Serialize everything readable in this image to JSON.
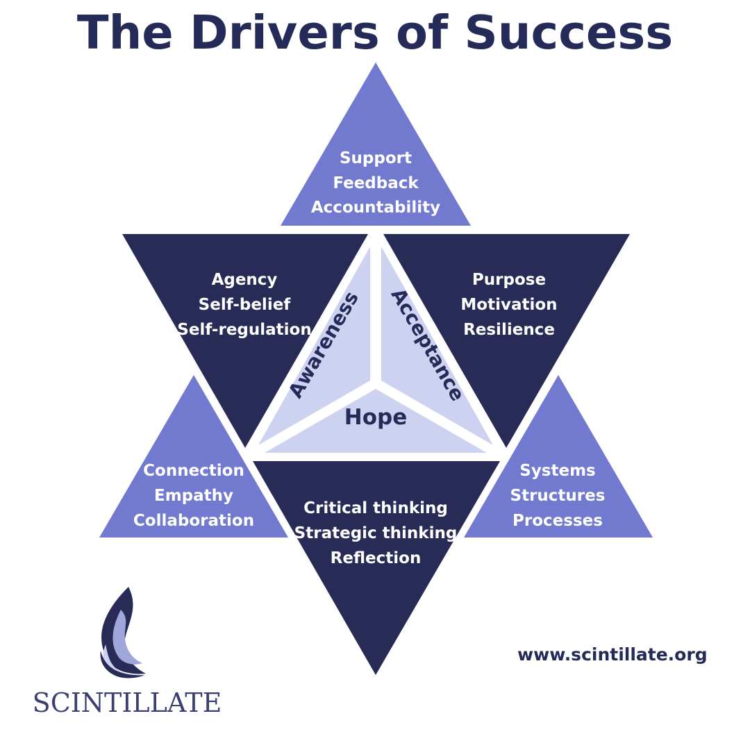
{
  "title": "The Drivers of Success",
  "colors": {
    "navy": "#272b56",
    "periwinkle": "#727ad0",
    "pale": "#cdd2f1",
    "text_dark": "#252b58",
    "white": "#ffffff"
  },
  "triangles": {
    "top": {
      "lines": [
        "Support",
        "Feedback",
        "Accountability"
      ]
    },
    "upper_left": {
      "lines": [
        "Agency",
        "Self-belief",
        "Self-regulation"
      ]
    },
    "upper_right": {
      "lines": [
        "Purpose",
        "Motivation",
        "Resilience"
      ]
    },
    "lower_left": {
      "lines": [
        "Connection",
        "Empathy",
        "Collaboration"
      ]
    },
    "lower_right": {
      "lines": [
        "Systems",
        "Structures",
        "Processes"
      ]
    },
    "bottom": {
      "lines": [
        "Critical thinking",
        "Strategic thinking",
        "Reflection"
      ]
    }
  },
  "center": {
    "left": "Awareness",
    "right": "Acceptance",
    "bottom": "Hope"
  },
  "footer": {
    "url": "www.scintillate.org",
    "brand": "SCINTILLATE"
  },
  "logo_icon": "flame-icon"
}
